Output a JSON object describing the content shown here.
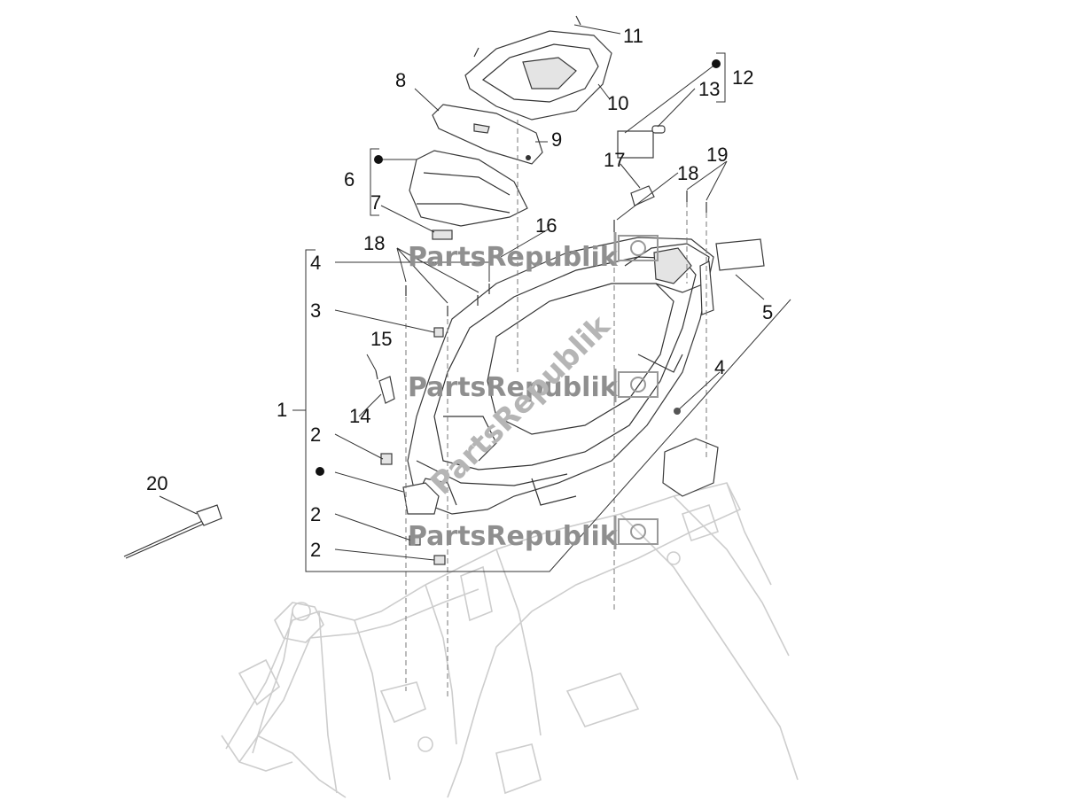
{
  "watermark": {
    "text": "PartsRepublik",
    "color": "#8f8f8f"
  },
  "callouts": [
    {
      "id": "c1",
      "label": "1"
    },
    {
      "id": "c2a",
      "label": "2"
    },
    {
      "id": "c2b",
      "label": "2"
    },
    {
      "id": "c2c",
      "label": "2"
    },
    {
      "id": "c3",
      "label": "3"
    },
    {
      "id": "c4a",
      "label": "4"
    },
    {
      "id": "c4b",
      "label": "4"
    },
    {
      "id": "c5",
      "label": "5"
    },
    {
      "id": "c6",
      "label": "6"
    },
    {
      "id": "c7",
      "label": "7"
    },
    {
      "id": "c8",
      "label": "8"
    },
    {
      "id": "c9",
      "label": "9"
    },
    {
      "id": "c10",
      "label": "10"
    },
    {
      "id": "c11",
      "label": "11"
    },
    {
      "id": "c12",
      "label": "12"
    },
    {
      "id": "c13",
      "label": "13"
    },
    {
      "id": "c14",
      "label": "14"
    },
    {
      "id": "c15",
      "label": "15"
    },
    {
      "id": "c16",
      "label": "16"
    },
    {
      "id": "c17",
      "label": "17"
    },
    {
      "id": "c18a",
      "label": "18"
    },
    {
      "id": "c18b",
      "label": "18"
    },
    {
      "id": "c19",
      "label": "19"
    },
    {
      "id": "c20",
      "label": "20"
    }
  ]
}
